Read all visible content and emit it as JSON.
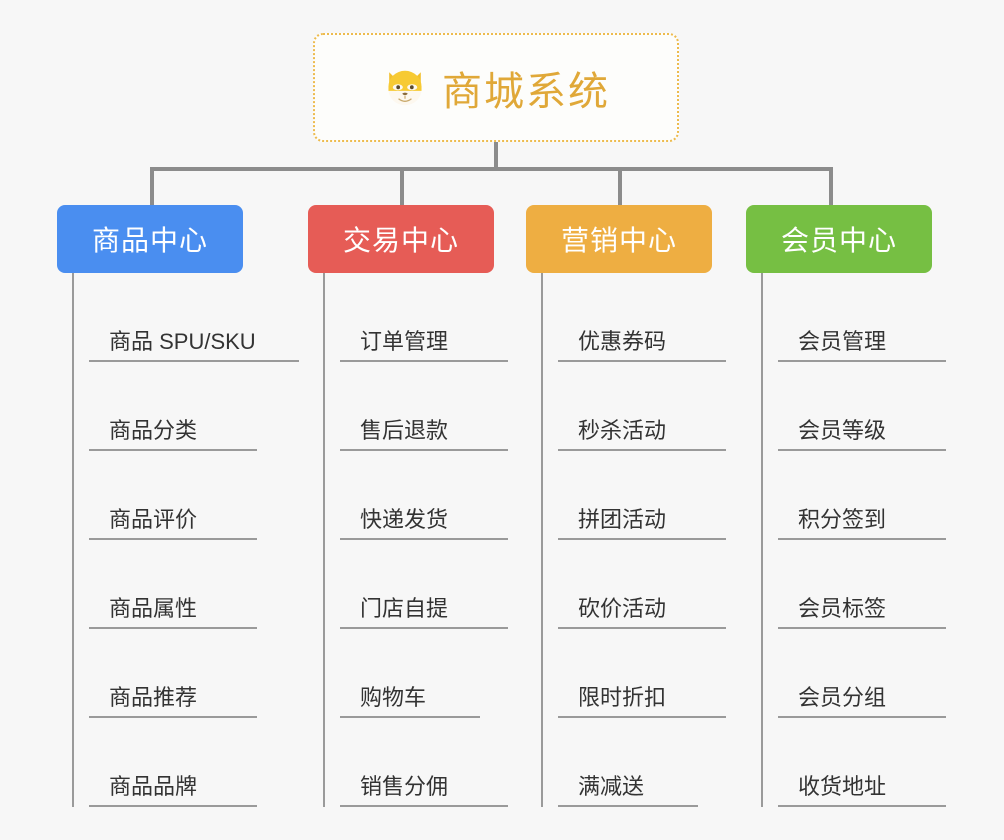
{
  "root": {
    "title": "商城系统",
    "icon": "shiba-dog-face-emoji",
    "border_color": "#edbb4e",
    "text_color": "#e0a838"
  },
  "theme": {
    "background": "#f7f7f7",
    "connector_color": "#8c8c8c",
    "item_rule_color": "#9a9a9a",
    "item_text_color": "#333333"
  },
  "columns": [
    {
      "header": "商品中心",
      "color": "#4a8ef0",
      "items": [
        {
          "label": "商品 SPU/SKU"
        },
        {
          "label": "商品分类"
        },
        {
          "label": "商品评价"
        },
        {
          "label": "商品属性"
        },
        {
          "label": "商品推荐"
        },
        {
          "label": "商品品牌"
        }
      ]
    },
    {
      "header": "交易中心",
      "color": "#e65c56",
      "items": [
        {
          "label": "订单管理"
        },
        {
          "label": "售后退款"
        },
        {
          "label": "快递发货"
        },
        {
          "label": "门店自提"
        },
        {
          "label": "购物车"
        },
        {
          "label": "销售分佣"
        }
      ]
    },
    {
      "header": "营销中心",
      "color": "#eeae42",
      "items": [
        {
          "label": "优惠券码"
        },
        {
          "label": "秒杀活动"
        },
        {
          "label": "拼团活动"
        },
        {
          "label": "砍价活动"
        },
        {
          "label": "限时折扣"
        },
        {
          "label": "满减送"
        }
      ]
    },
    {
      "header": "会员中心",
      "color": "#76bf43",
      "items": [
        {
          "label": "会员管理"
        },
        {
          "label": "会员等级"
        },
        {
          "label": "积分签到"
        },
        {
          "label": "会员标签"
        },
        {
          "label": "会员分组"
        },
        {
          "label": "收货地址"
        }
      ]
    }
  ]
}
